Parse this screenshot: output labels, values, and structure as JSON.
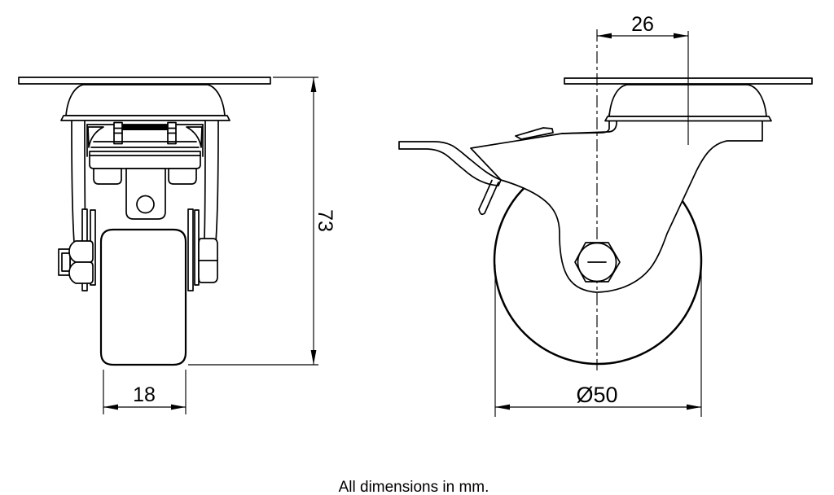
{
  "caption": "All dimensions in mm.",
  "views": {
    "front": {
      "dimensions": {
        "wheel_width": "18",
        "overall_height": "73"
      }
    },
    "side": {
      "dimensions": {
        "swivel_offset": "26",
        "wheel_diameter": "Ø50"
      }
    }
  },
  "colors": {
    "line": "#000000",
    "background": "#ffffff"
  }
}
